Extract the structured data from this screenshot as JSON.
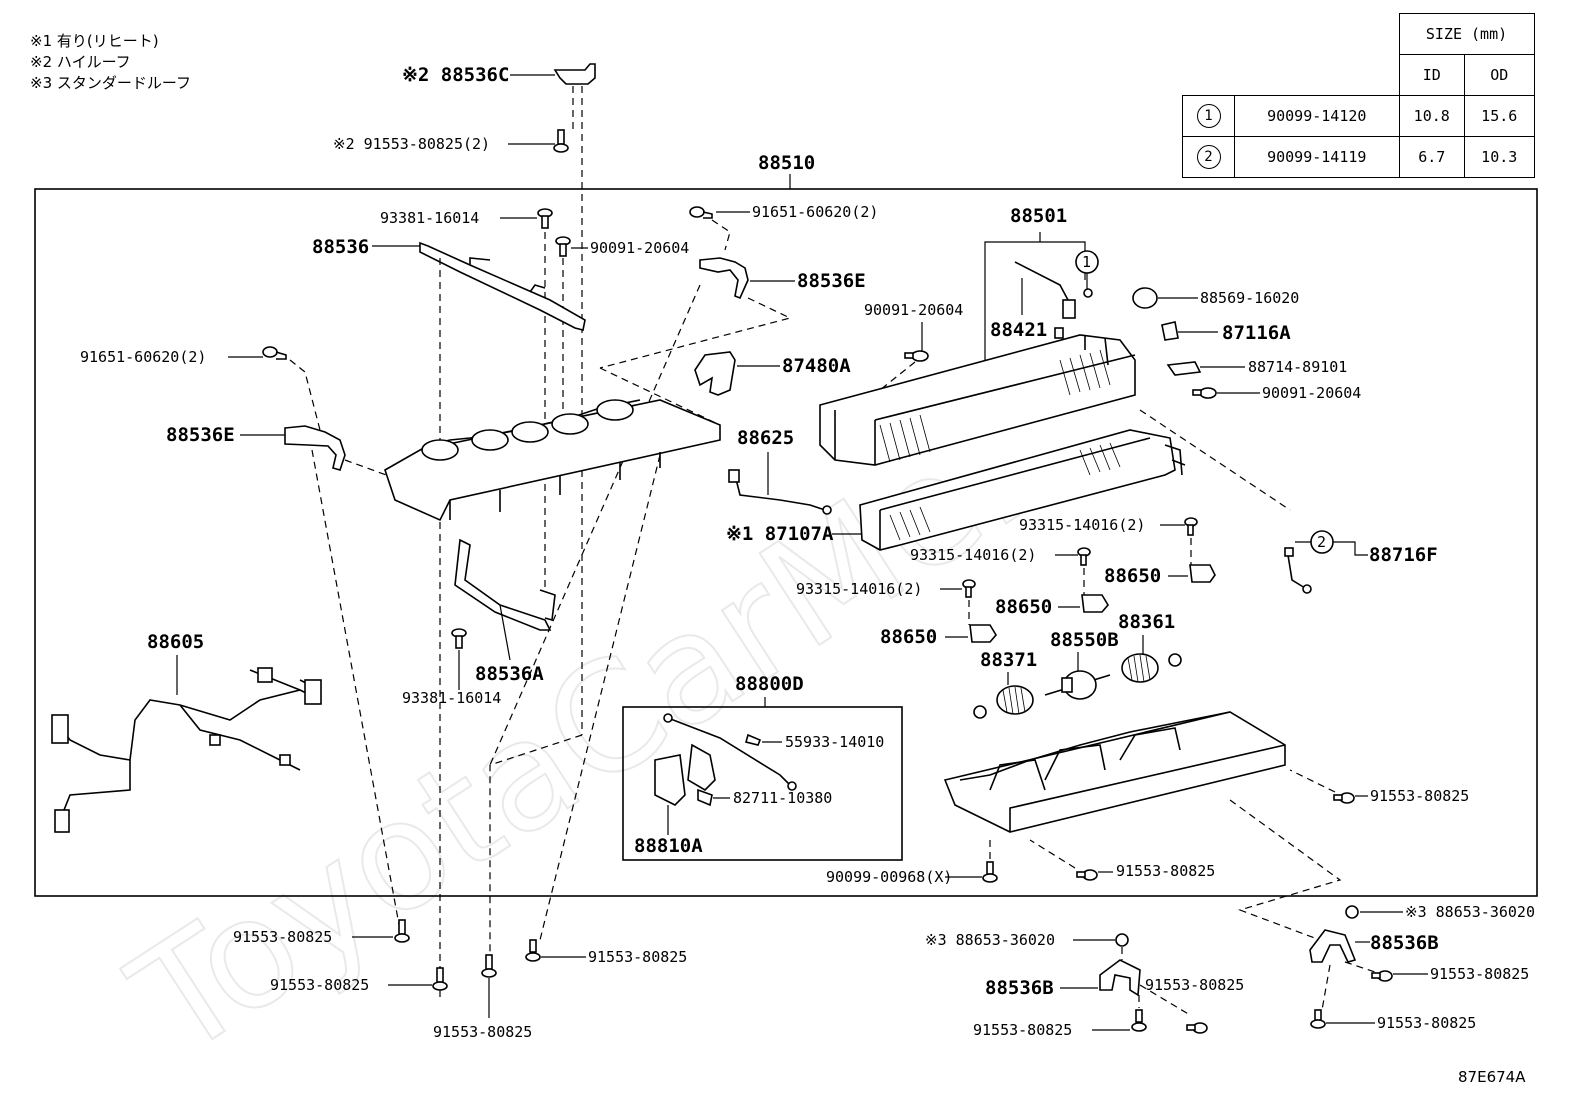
{
  "notes": [
    "※1 有り(リヒート)",
    "※2 ハイルーフ",
    "※3 スタンダードルーフ"
  ],
  "watermark": "ToyotaCarMe.",
  "figure_code": "87E674A",
  "size_table": {
    "header": "SIZE (mm)",
    "col_id": "ID",
    "col_od": "OD",
    "rows": [
      {
        "ref": "1",
        "part": "90099-14120",
        "id": "10.8",
        "od": "15.6"
      },
      {
        "ref": "2",
        "part": "90099-14119",
        "id": "6.7",
        "od": "10.3"
      }
    ]
  },
  "parts": {
    "p88510": "88510",
    "p88536C": "※2 88536C",
    "p91553_top": "※2 91553-80825(2)",
    "p93381_top": "93381-16014",
    "p88536": "88536",
    "p90091_a": "90091-20604",
    "p91651_a": "91651-60620(2)",
    "p88536E_a": "88536E",
    "p91651_b": "91651-60620(2)",
    "p88536E_b": "88536E",
    "p87480A": "87480A",
    "p88625": "88625",
    "p88501": "88501",
    "p90091_b": "90091-20604",
    "p88421": "88421",
    "p88569": "88569-16020",
    "p87116A": "87116A",
    "p88714": "88714-89101",
    "p90091_c": "90091-20604",
    "p87107A": "※1 87107A",
    "p93315_a": "93315-14016(2)",
    "p93315_b": "93315-14016(2)",
    "p93315_c": "93315-14016(2)",
    "p88650_a": "88650",
    "p88650_b": "88650",
    "p88650_c": "88650",
    "p88716F": "88716F",
    "ref2": "2",
    "ref1": "1",
    "p88361": "88361",
    "p88550B": "88550B",
    "p88371": "88371",
    "p88605": "88605",
    "p88536A": "88536A",
    "p93381_bot": "93381-16014",
    "p88800D": "88800D",
    "p55933": "55933-14010",
    "p82711": "82711-10380",
    "p88810A": "88810A",
    "p91553_r1": "91553-80825",
    "p91553_r2": "91553-80825",
    "p90099": "90099-00968(X)",
    "p88653_r": "※3 88653-36020",
    "p88536B_r": "88536B",
    "p91553_r3": "91553-80825",
    "p91553_r4": "91553-80825",
    "p88653_m": "※3 88653-36020",
    "p88536B_m": "88536B",
    "p91553_m1": "91553-80825",
    "p91553_m2": "91553-80825",
    "p91553_l1": "91553-80825",
    "p91553_l2": "91553-80825",
    "p91553_l3": "91553-80825",
    "p91553_l4": "91553-80825"
  }
}
